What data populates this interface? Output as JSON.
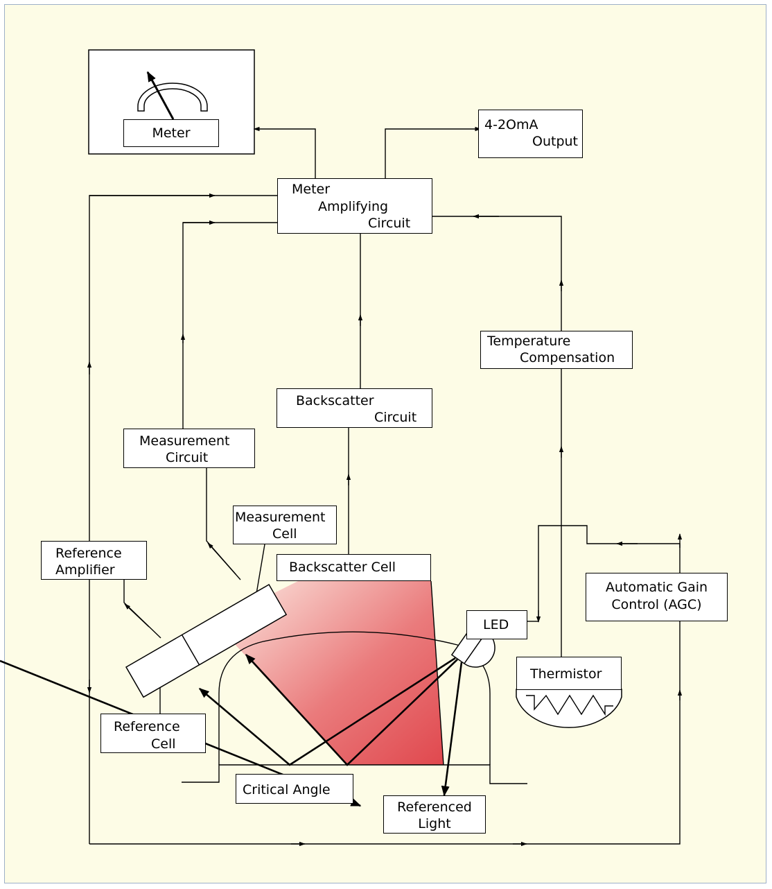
{
  "labels": {
    "meter": "Meter",
    "output_line1": "4-2OmA",
    "output_line2": "Output",
    "amp_line1": "Meter",
    "amp_line2": "Amplifying",
    "amp_line3": "Circuit",
    "temp_line1": "Temperature",
    "temp_line2": "Compensation",
    "backscatter_circuit_line1": "Backscatter",
    "backscatter_circuit_line2": "Circuit",
    "measurement_circuit_line1": "Measurement",
    "measurement_circuit_line2": "Circuit",
    "measurement_cell_line1": "Measurement",
    "measurement_cell_line2": "Cell",
    "reference_amplifier_line1": "Reference",
    "reference_amplifier_line2": "Amplifier",
    "backscatter_cell": "Backscatter Cell",
    "agc_line1": "Automatic Gain",
    "agc_line2": "Control (AGC)",
    "led": "LED",
    "thermistor": "Thermistor",
    "reference_cell_line1": "Reference",
    "reference_cell_line2": "Cell",
    "critical_angle": "Critical Angle",
    "referenced_light_line1": "Referenced",
    "referenced_light_line2": "Light"
  },
  "colors": {
    "background": "#fdfce6",
    "frame_border": "#9db0c8",
    "beam": "#e0484e"
  }
}
